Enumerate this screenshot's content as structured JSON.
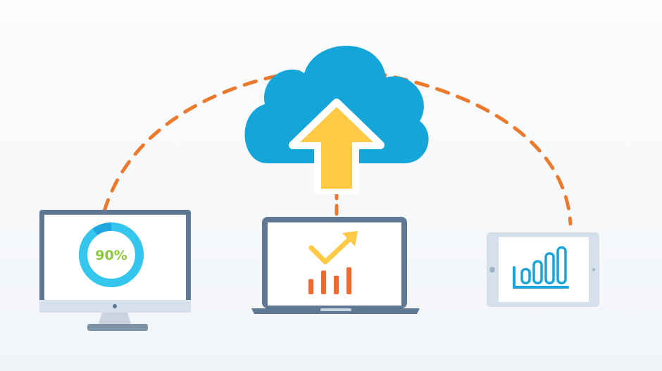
{
  "illustration": {
    "monitor": {
      "gauge_value": "90%",
      "progress_fraction": 0.9
    },
    "laptop": {
      "bars": [
        0.45,
        0.7,
        0.55,
        0.8
      ]
    },
    "tablet": {
      "bars": [
        0.35,
        0.55,
        0.75,
        0.9
      ]
    }
  },
  "colors": {
    "cloud": "#14a6d8",
    "arrow": "#ffc845",
    "dash": "#ec7a2c",
    "device_frame": "#5f7893",
    "device_light": "#d6e0ea",
    "ring_track": "#1ea7df",
    "ring_progress": "#35c6ee",
    "gauge_text": "#8bc63f",
    "laptop_bars": "#ef6a2e",
    "laptop_check": "#ffc845",
    "tablet_bars": "#1aa3d8"
  }
}
